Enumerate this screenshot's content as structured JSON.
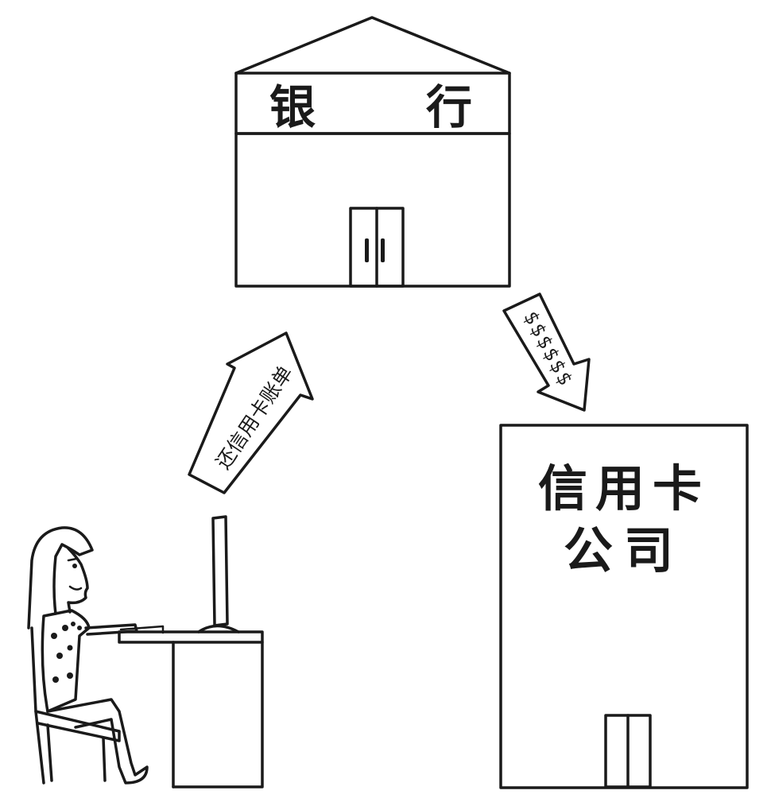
{
  "bank": {
    "char1": "银",
    "char2": "行"
  },
  "credit_card_company": {
    "line1": "信用卡",
    "line2": "公司"
  },
  "arrow_payment": {
    "label": "还信用卡账单"
  },
  "arrow_money": {
    "label": "$$$$$$"
  },
  "colors": {
    "ink": "#1a1a1a",
    "paper": "#ffffff"
  }
}
